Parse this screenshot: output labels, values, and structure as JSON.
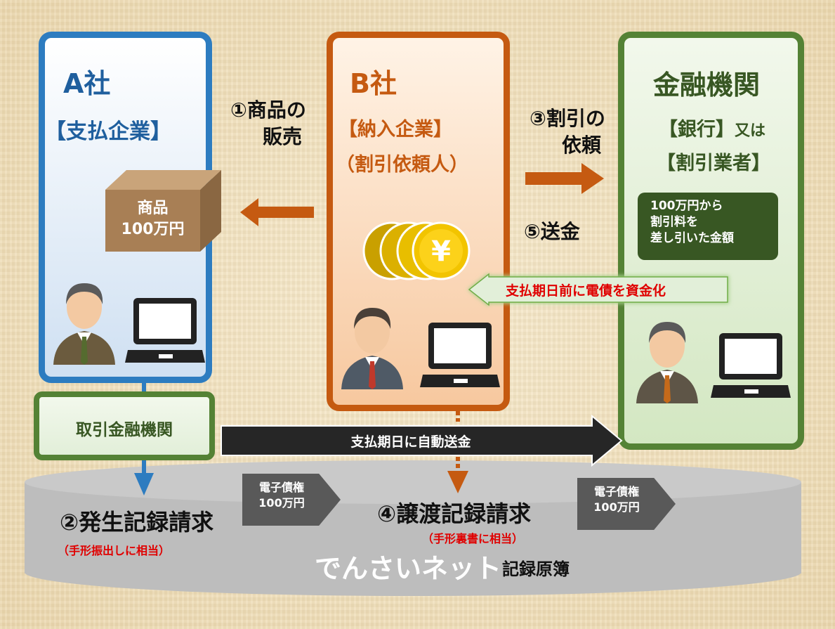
{
  "company_a": {
    "name": "A社",
    "role": "【支払企業】",
    "goods_line1": "商品",
    "goods_line2": "100万円"
  },
  "company_b": {
    "name": "B社",
    "role1": "【納入企業】",
    "role2": "（割引依頼人）"
  },
  "financial": {
    "name": "金融機関",
    "role1": "【銀行】",
    "role1_suffix": "又は",
    "role2": "【割引業者】",
    "note_line1": "100万円から",
    "note_line2": "割引料を",
    "note_line3": "差し引いた金額"
  },
  "steps": {
    "step1_line1": "①商品の",
    "step1_line2": "販売",
    "step3_line1": "③割引の",
    "step3_line2": "依頼",
    "step5": "⑤送金",
    "step2": "②発生記録請求",
    "step2_note": "（手形振出しに相当）",
    "step4": "④譲渡記録請求",
    "step4_note": "（手形裏書に相当）"
  },
  "banner": {
    "text": "支払期日前に電債を資金化"
  },
  "torihiki": {
    "label": "取引金融機関"
  },
  "auto_payment": {
    "label": "支払期日に自動送金"
  },
  "claims": [
    {
      "line1": "電子債権",
      "line2": "100万円"
    },
    {
      "line1": "電子債権",
      "line2": "100万円"
    }
  ],
  "densai": {
    "name": "でんさいネット",
    "ledger": "記録原簿"
  },
  "colors": {
    "blue": "#2d7cc0",
    "orange": "#c55a11",
    "green": "#548235",
    "red": "#ff0000",
    "dark": "#262626"
  }
}
